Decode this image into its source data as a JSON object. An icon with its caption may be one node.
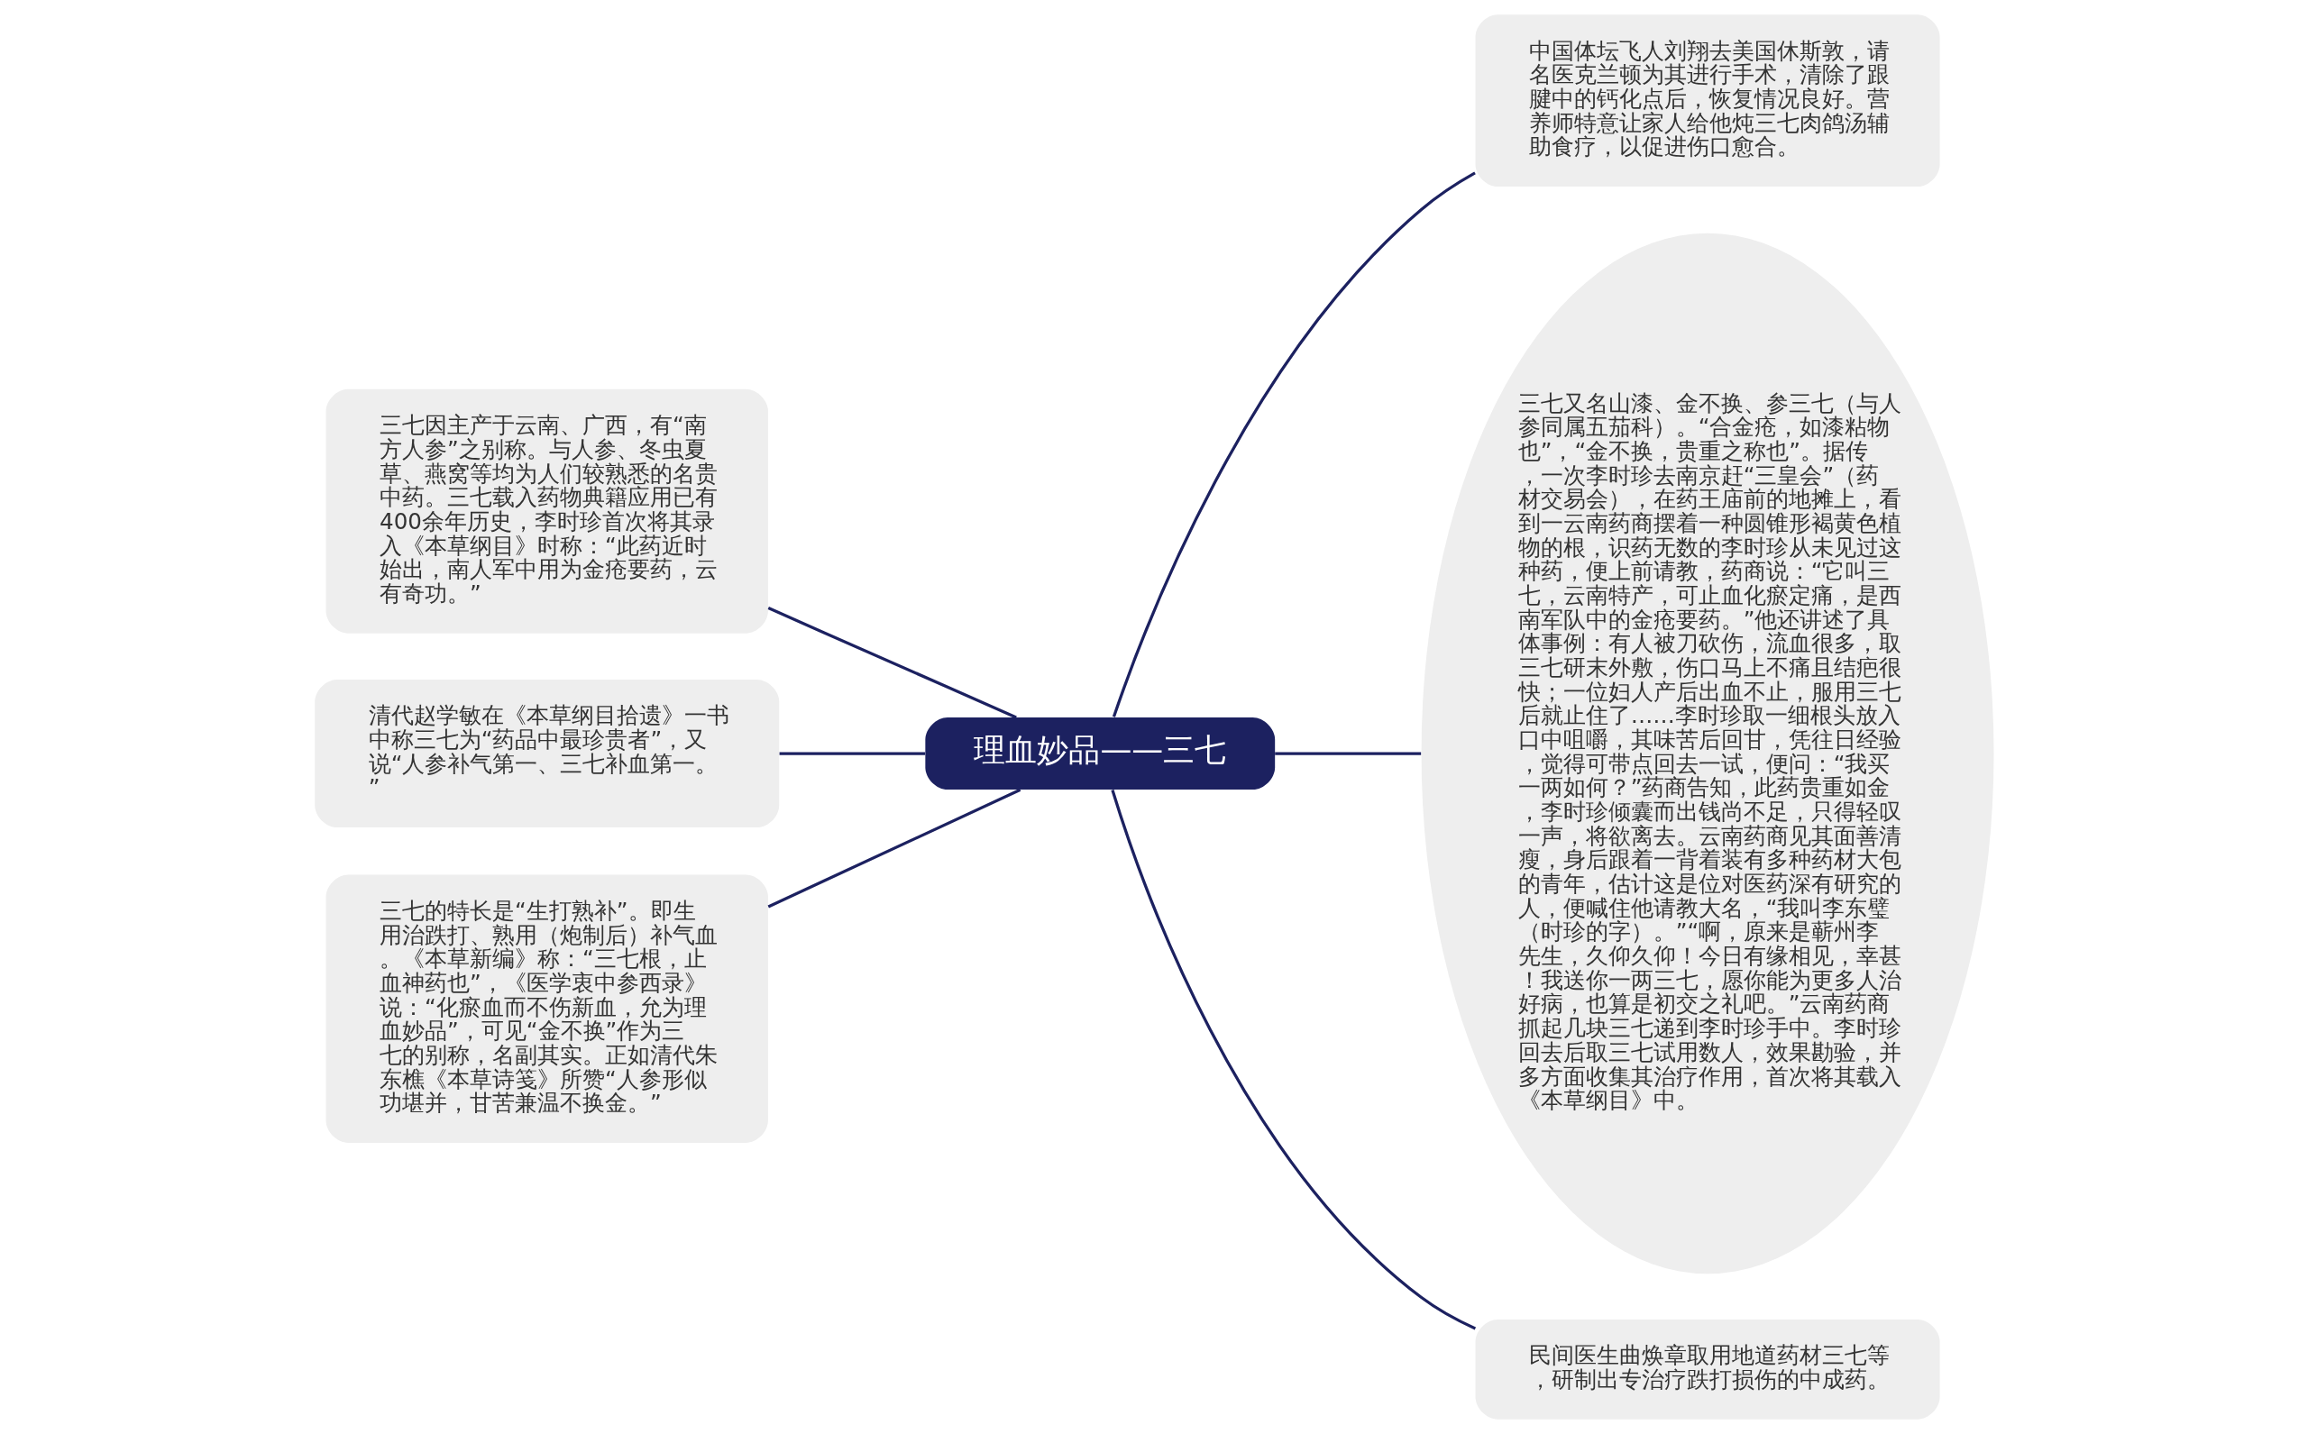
{
  "diagram": {
    "nodes": [
      {
        "text": [
          "理血妙品——三七"
        ]
      },
      {
        "text": [
          "中国体坛飞人刘翔去美国休斯敦，请名医克兰顿为其进行手术，清除了跟腱中的钙化点后，恢复情况良好。营养师特意让家人给他炖三七肉鸽汤辅助食疗，以促进伤口愈合。"
        ]
      },
      {
        "text": [
          "三七又名山漆、金不换、参三七（与人参同属五茄科）。“合金疮，如漆粘物也”，“金不换，贵重之称也”。据传，一次李时珍去南京赶“三皇会”（药材交易会），在药王庙前的地摊上，看到一云南药商摆着一种圆锥形褐黄色植物的根，识药无数的李时珍从未见过这种药，便上前请教，药商说：“它叫三七，云南特产，可止血化瘀定痛，是西南军队中的金疮要药。”他还讲述了具体事例：有人被刀砍伤，流血很多，取三七研末外敷，伤口马上不痛且结疤很快；一位妇人产后出血不止，服用三七后就止住了……李时珍取一细根头放入口中咀嚼，其味苦后回甘，凭往日经验，觉得可带点回去一试，便问：“我买一两如何？”药商告知，此药贵重如金，李时珍倾囊而出钱尚不足，只得轻叹一声，将欲离去。云南药商见其面善清瘦，身后跟着一背着装有多种药材大包的青年，估计这是位对医药深有研究的人，便喊住他请教大名，“我叫李东璧（时珍的字）。”“啊，原来是蕲州李先生，久仰久仰！今日有缘相见，幸甚！我送你一两三七，愿你能为更多人治好病，也算是初交之礼吧。”云南药商抓起几块三七递到李时珍手中。李时珍回去后取三七试用数人，效果勘验，并多方面收集其治疗作用，首次将其载入《本草纲目》中。"
        ]
      },
      {
        "text": [
          "民间医生曲焕章取用地道药材三七等，研制出专治疗跌打损伤的中成药。"
        ]
      },
      {
        "text": [
          "三七因主产于云南、广西，有“南方人参”之别称。与人参、冬虫夏草、燕窝等均为人们较熟悉的名贵中药。三七载入药物典籍应用已有400余年历史，李时珍首次将其录入《本草纲目》时称：“此药近时始出，南人军中用为金疮要药，云有奇功。”"
        ]
      },
      {
        "text": [
          "清代赵学敏在《本草纲目拾遗》一书中称三七为“药品中最珍贵者”，又说“人参补气第一、三七补血第一。”"
        ]
      },
      {
        "text": [
          "三七的特长是“生打熟补”。即生用治跌打、熟用（炮制后）补气血。《本草新编》称：“三七根，止血神药也”，《医学衷中参西录》说：“化瘀血而不伤新血，允为理血妙品”，可见“金不换”作为三七的别称，名副其实。正如清代朱东樵《本草诗笺》所赞“人参形似功堪并，甘苦兼温不换金。”"
        ]
      }
    ],
    "edges": [
      {
        "from": 0,
        "to": 1,
        "arrow": "none"
      },
      {
        "from": 0,
        "to": 2,
        "arrow": "none"
      },
      {
        "from": 0,
        "to": 3,
        "arrow": "none"
      },
      {
        "from": 4,
        "to": 0,
        "arrow": "none"
      },
      {
        "from": 5,
        "to": 0,
        "arrow": "none"
      },
      {
        "from": 6,
        "to": 0,
        "arrow": "none"
      }
    ]
  }
}
